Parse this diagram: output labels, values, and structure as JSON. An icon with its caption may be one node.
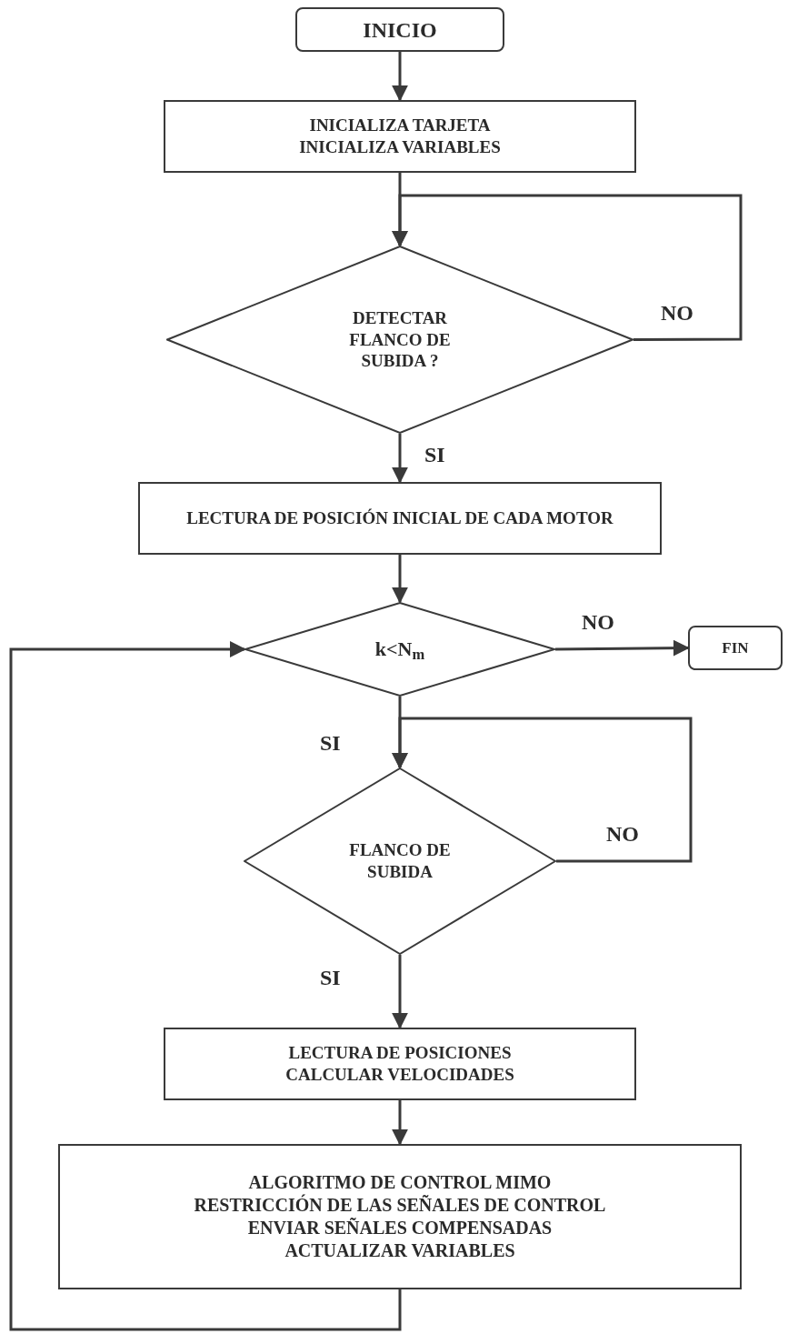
{
  "diagram": {
    "nodes": [
      {
        "text": [
          "INICIO"
        ]
      },
      {
        "text": [
          "INICIALIZA TARJETA",
          "INICIALIZA VARIABLES"
        ]
      },
      {
        "text": [
          "DETECTAR FLANCO DE SUBIDA ?"
        ]
      },
      {
        "text": [
          "LECTURA DE POSICIÓN INICIAL DE CADA MOTOR"
        ]
      },
      {
        "text": [
          "k<N$_{m}$"
        ]
      },
      {
        "text": [
          "FIN"
        ]
      },
      {
        "text": [
          "FLANCO DE SUBIDA"
        ]
      },
      {
        "text": [
          "LECTURA DE POSICIONES",
          "CALCULAR VELOCIDADES"
        ]
      },
      {
        "text": [
          "ALGORITMO DE CONTROL MIMO",
          "RESTRICCIÓN DE LAS SEÑALES DE CONTROL",
          "ENVIAR SEÑALES COMPENSADAS",
          "ACTUALIZAR VARIABLES"
        ]
      }
    ],
    "edges": [
      {
        "from": 0,
        "to": 1,
        "arrow": "to"
      },
      {
        "from": 1,
        "to": 2,
        "arrow": "to"
      },
      {
        "from": 2,
        "to": 2,
        "arrow": "to",
        "label": "NO"
      },
      {
        "from": 2,
        "to": 3,
        "arrow": "to",
        "label": "SI"
      },
      {
        "from": 3,
        "to": 4,
        "arrow": "to"
      },
      {
        "from": 4,
        "to": 5,
        "arrow": "to",
        "label": "NO"
      },
      {
        "from": 4,
        "to": 6,
        "arrow": "to",
        "label": "SI"
      },
      {
        "from": 6,
        "to": 6,
        "arrow": "to",
        "label": "NO"
      },
      {
        "from": 6,
        "to": 7,
        "arrow": "to",
        "label": "SI"
      },
      {
        "from": 7,
        "to": 8,
        "arrow": "to"
      },
      {
        "from": 8,
        "to": 4,
        "arrow": "to"
      }
    ]
  }
}
